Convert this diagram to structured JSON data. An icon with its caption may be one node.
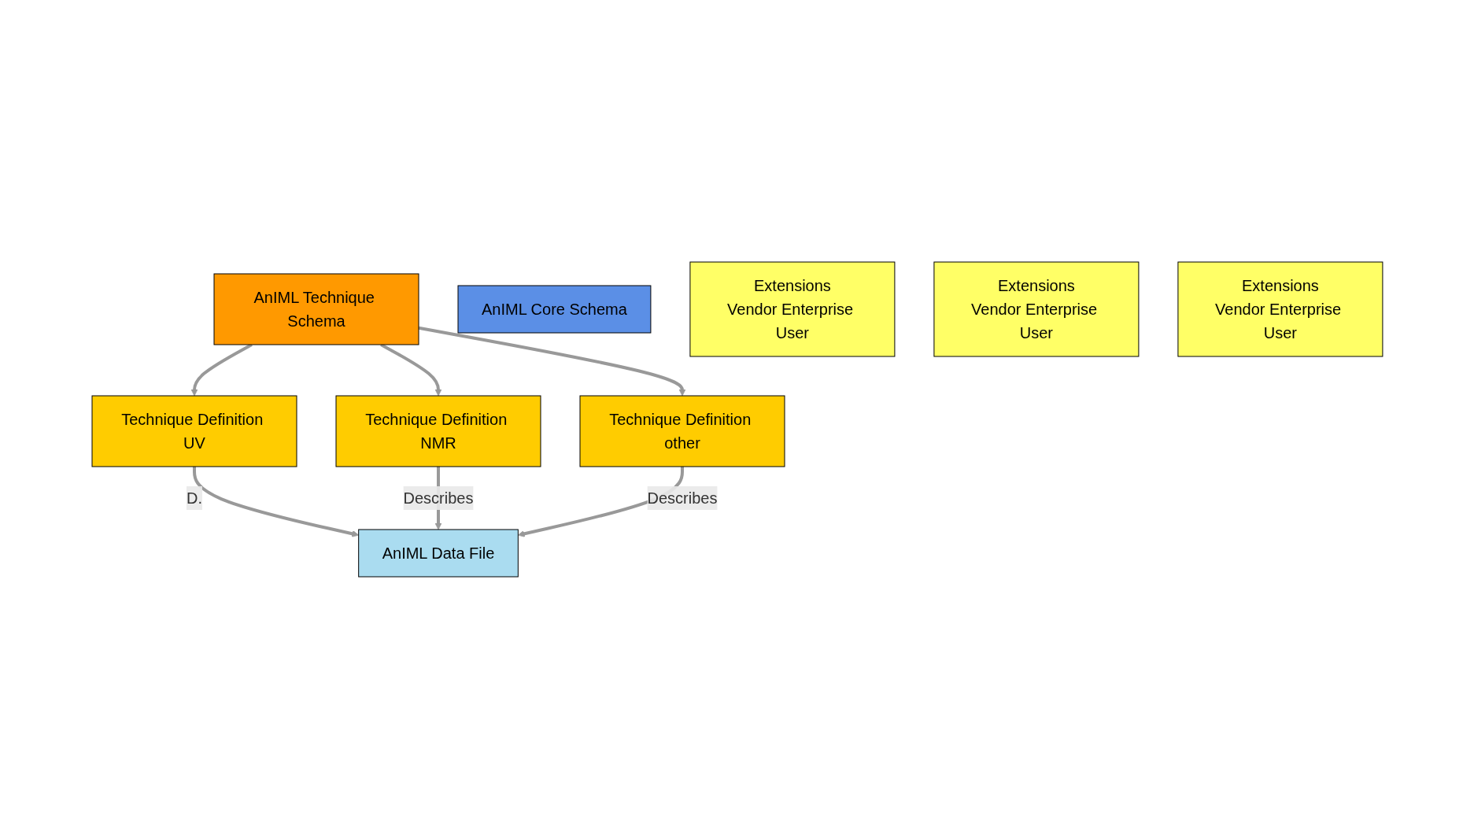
{
  "diagram": {
    "nodes": [
      {
        "text": [
          "AnIML Technique Schema"
        ]
      },
      {
        "text": [
          "AnIML Core Schema"
        ]
      },
      {
        "text": [
          "AnIML Data File"
        ]
      },
      {
        "text": [
          "Technique Definition UV"
        ]
      },
      {
        "text": [
          "Extensions",
          "Vendor Enterprise User"
        ]
      },
      {
        "text": [
          "Technique Definition NMR"
        ]
      },
      {
        "text": [
          "Extensions",
          "Vendor Enterprise User"
        ]
      },
      {
        "text": [
          "Technique Definition other"
        ]
      },
      {
        "text": [
          "Extensions",
          "Vendor Enterprise User"
        ]
      }
    ],
    "edges": [
      {
        "from": 0,
        "to": 3,
        "arrow": "to"
      },
      {
        "from": 0,
        "to": 5,
        "arrow": "to"
      },
      {
        "from": 0,
        "to": 7,
        "arrow": "to"
      },
      {
        "from": 3,
        "to": 2,
        "arrow": "to",
        "label": "D."
      },
      {
        "from": 5,
        "to": 2,
        "arrow": "to",
        "label": "Describes"
      },
      {
        "from": 7,
        "to": 2,
        "arrow": "to",
        "label": "Describes"
      }
    ]
  }
}
